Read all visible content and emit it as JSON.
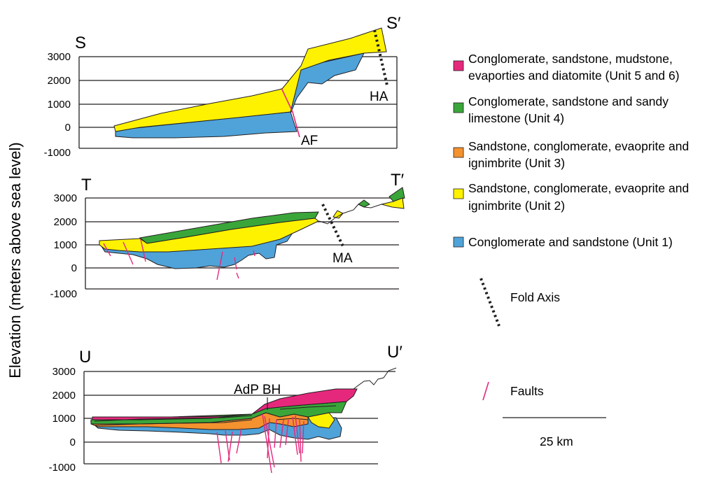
{
  "y_axis_label": "Elevation (meters above sea level)",
  "y_ticks": [
    "3000",
    "2000",
    "1000",
    "0",
    "-1000"
  ],
  "sections": [
    {
      "start": "S",
      "end": "S′",
      "annotations": [
        "AF",
        "HA"
      ]
    },
    {
      "start": "T",
      "end": "T′",
      "annotations": [
        "MA"
      ]
    },
    {
      "start": "U",
      "end": "U′",
      "annotations": [
        "AdP BH"
      ]
    }
  ],
  "legend": {
    "units": [
      {
        "color": "#e6287d",
        "lines": [
          "Conglomerate, sandstone, mudstone,",
          "evaporties and diatomite (Unit 5 and 6)"
        ]
      },
      {
        "color": "#3aa63a",
        "lines": [
          "Conglomerate, sandstone and sandy",
          "limestone  (Unit 4)"
        ]
      },
      {
        "color": "#f4922f",
        "lines": [
          "Sandstone, conglomerate, evaoprite and",
          "ignimbrite  (Unit 3)"
        ]
      },
      {
        "color": "#fff200",
        "lines": [
          "Sandstone, conglomerate, evaoprite and",
          "ignimbrite  (Unit 2)"
        ]
      },
      {
        "color": "#4fa3d9",
        "lines": [
          "Conglomerate and sandstone (Unit 1)"
        ]
      }
    ],
    "fold_axis_label": "Fold Axis",
    "faults_label": "Faults",
    "scale_label": "25 km"
  }
}
